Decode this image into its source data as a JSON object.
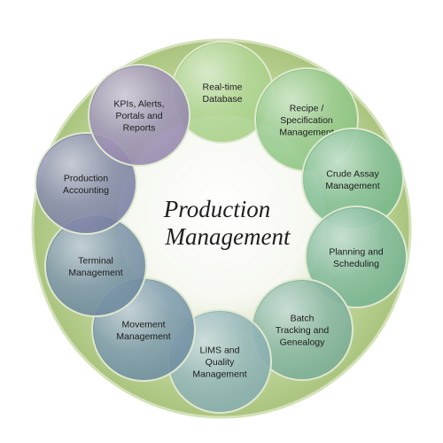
{
  "diagram": {
    "center_title": [
      "Production",
      "Management"
    ],
    "modules": [
      {
        "lines": [
          "Real-time",
          "Database"
        ],
        "color": "#a6cf86"
      },
      {
        "lines": [
          "Recipe /",
          "Specification",
          "Management"
        ],
        "color": "#8cc481"
      },
      {
        "lines": [
          "Crude Assay",
          "Management"
        ],
        "color": "#79b88b"
      },
      {
        "lines": [
          "Planning and",
          "Scheduling"
        ],
        "color": "#78b493"
      },
      {
        "lines": [
          "Batch",
          "Tracking and",
          "Genealogy"
        ],
        "color": "#7cae98"
      },
      {
        "lines": [
          "LIMS and",
          "Quality",
          "Management"
        ],
        "color": "#88adb1"
      },
      {
        "lines": [
          "Movement",
          "Management"
        ],
        "color": "#6f8fa3"
      },
      {
        "lines": [
          "Terminal",
          "Management"
        ],
        "color": "#6e8a9f"
      },
      {
        "lines": [
          "Production",
          "Accounting"
        ],
        "color": "#7a7fa3"
      },
      {
        "lines": [
          "KPIs, Alerts,",
          "Portals and",
          "Reports"
        ],
        "color": "#9588ad"
      }
    ],
    "colors": {
      "outer_ring": "#b7cf8f",
      "outer_ring_edge": "#c9d9aa",
      "center_fill": "#ffffff"
    }
  }
}
